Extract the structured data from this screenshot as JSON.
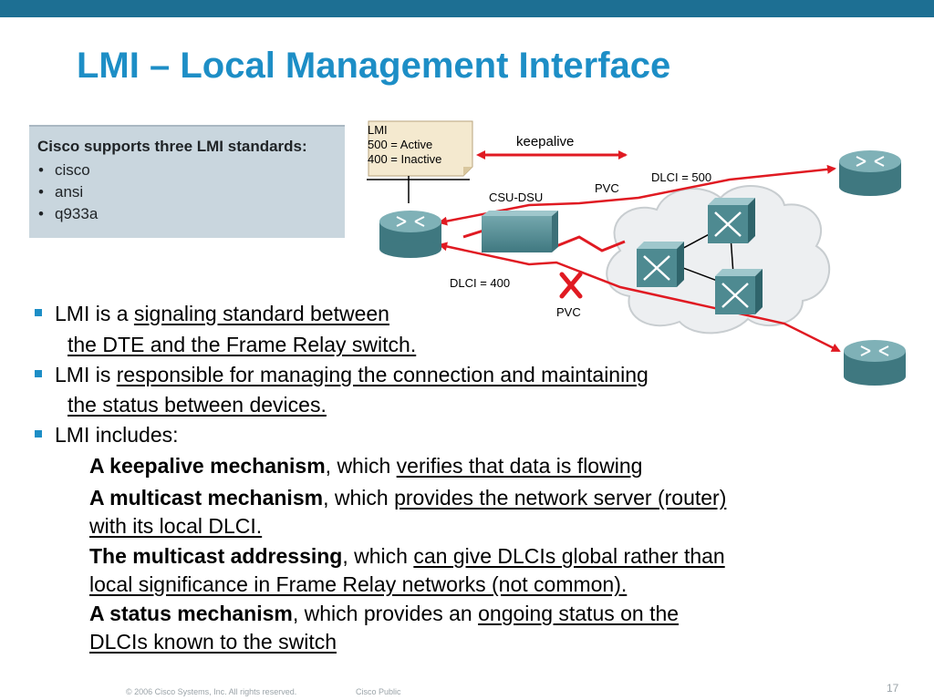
{
  "title": "LMI – Local Management Interface",
  "lmi_box": {
    "heading": "Cisco supports three LMI standards:",
    "items": [
      "cisco",
      "ansi",
      "q933a"
    ]
  },
  "diagram": {
    "lmi_note": [
      "LMI",
      "500 = Active",
      "400 = Inactive"
    ],
    "keepalive": "keepalive",
    "csu_dsu": "CSU-DSU",
    "pvc_top": "PVC",
    "dlci_500": "DLCI = 500",
    "dlci_400": "DLCI = 400",
    "pvc_bottom": "PVC",
    "colors": {
      "arrow": "#e01a22",
      "cloud": "#eef0f2",
      "device": "#4e8a91"
    }
  },
  "bullets": {
    "b1_prefix": "LMI is a ",
    "b1_underlined": "signaling standard between",
    "b1_line2": "the DTE and the Frame Relay switch.",
    "b2_prefix": "LMI is ",
    "b2_underlined": "responsible for managing the connection and maintaining",
    "b2_line2": "the status between devices.",
    "b3": "LMI includes:"
  },
  "subitems": {
    "s1_bold": "A keepalive mechanism",
    "s1_mid": ", which ",
    "s1_ul": "verifies that data is flowing",
    "s2_bold": "A multicast mechanism",
    "s2_mid": ", which ",
    "s2_ul": "provides the network server (router)",
    "s2_line2": "with its local DLCI.",
    "s3_bold": "The multicast addressing",
    "s3_mid": ", which ",
    "s3_ul": "can give DLCIs global rather than",
    "s3_line2": "local significance in Frame Relay networks (not common).",
    "s4_bold": "A status mechanism",
    "s4_mid": ", which provides an ",
    "s4_ul": "ongoing status on the",
    "s4_line2": "DLCIs known to the switch"
  },
  "footer": {
    "copyright": "© 2006 Cisco Systems, Inc. All rights reserved.",
    "classification": "Cisco Public",
    "page": "17"
  }
}
